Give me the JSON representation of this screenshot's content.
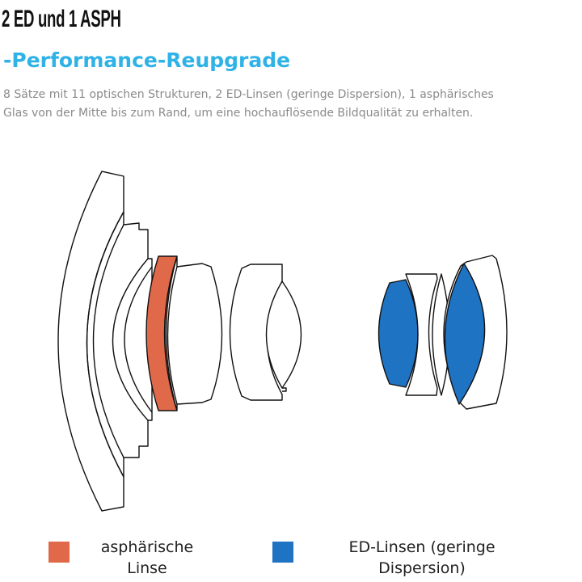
{
  "header": {
    "title": "2 ED und 1 ASPH",
    "subtitle": "-Performance-Reupgrade",
    "description_line1": "8 Sätze mit 11 optischen Strukturen, 2 ED-Linsen (geringe Dispersion), 1 asphärisches",
    "description_line2": "Glas von der Mitte bis zum Rand, um eine hochauflösende Bildqualität zu erhalten."
  },
  "colors": {
    "aspherical": "#e0694a",
    "ed": "#1f73c3",
    "subtitle": "#2fb2e6",
    "outline": "#111111"
  },
  "legend": {
    "aspherical_label_line1": "asphärische",
    "aspherical_label_line2": "Linse",
    "ed_label_line1": "ED-Linsen (geringe",
    "ed_label_line2": "Dispersion)"
  }
}
